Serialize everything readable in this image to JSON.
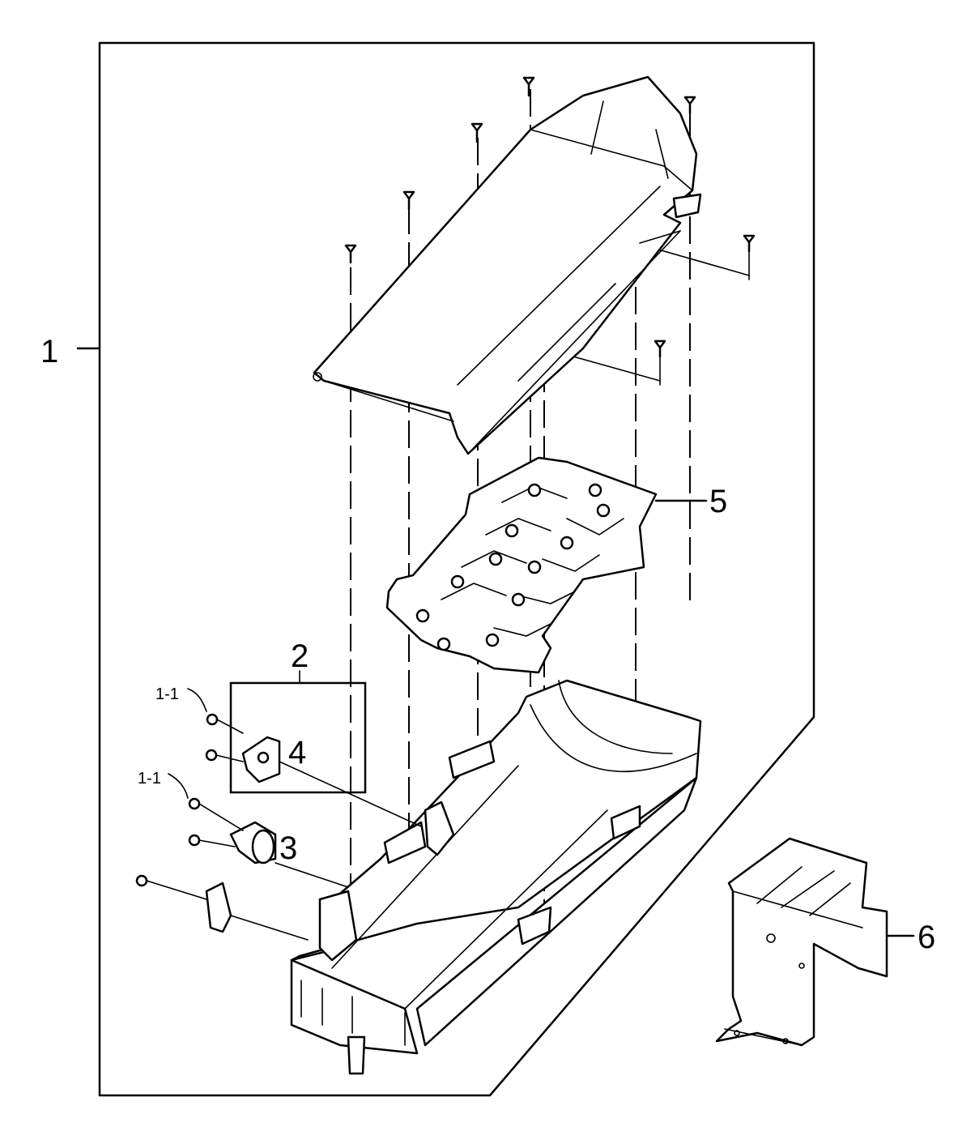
{
  "callouts": {
    "assembly": "1",
    "screw_left_upper": "1-1",
    "screw_left_lower": "1-1",
    "kit_box": "2",
    "fuse": "3",
    "thermostat": "4",
    "heater_element": "5",
    "bracket": "6"
  }
}
